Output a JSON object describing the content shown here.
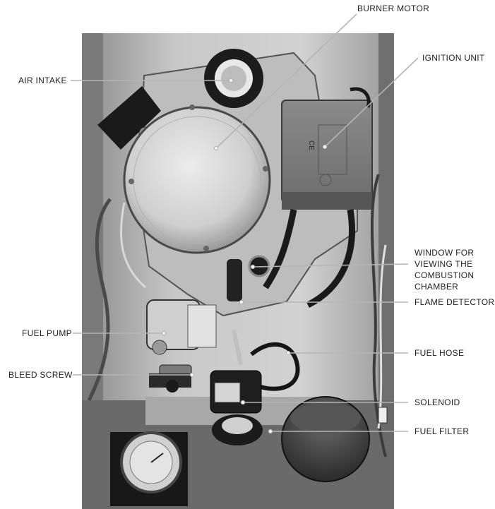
{
  "labels": {
    "burner_motor": "BURNER MOTOR",
    "ignition_unit": "IGNITION UNIT",
    "air_intake": "AIR INTAKE",
    "window_line1": "WINDOW FOR",
    "window_line2": "VIEWING THE",
    "window_line3": "COMBUSTION",
    "window_line4": "CHAMBER",
    "flame_detector": "FLAME DETECTOR",
    "fuel_pump": "FUEL PUMP",
    "fuel_hose": "FUEL HOSE",
    "bleed_screw": "BLEED SCREW",
    "solenoid": "SOLENOID",
    "fuel_filter": "FUEL FILTER"
  },
  "photo_text": {
    "ce_mark": "CE"
  },
  "colors": {
    "leader": "#b5b5b5",
    "label_text": "#222222"
  }
}
